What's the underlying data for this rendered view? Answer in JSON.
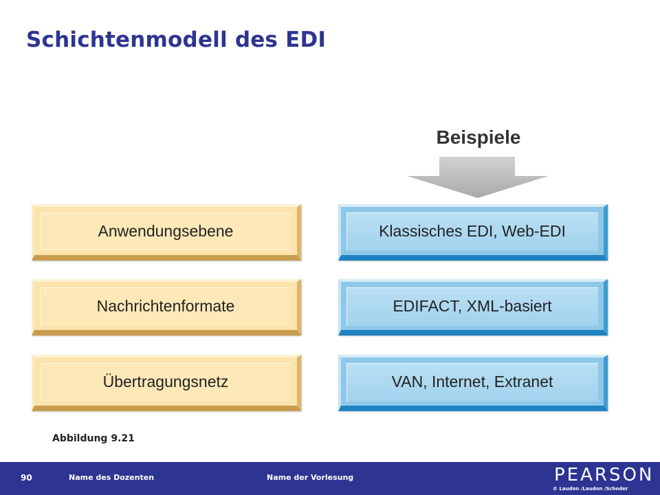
{
  "slide": {
    "title": "Schichtenmodell des EDI"
  },
  "diagram": {
    "examples_heading": "Beispiele",
    "layers": [
      {
        "name": "Anwendungsebene",
        "example": "Klassisches EDI, Web-EDI"
      },
      {
        "name": "Nachrichtenformate",
        "example": "EDIFACT, XML-basiert"
      },
      {
        "name": "Übertragungsnetz",
        "example": "VAN, Internet, Extranet"
      }
    ],
    "arrow_color": "#c0c0c0",
    "left_box_color": "#fde8b8",
    "right_box_color": "#a9d6ef"
  },
  "caption": "Abbildung 9.21",
  "footer": {
    "page_number": "90",
    "lecturer": "Name des Dozenten",
    "lecture": "Name der Vorlesung",
    "logo": "PEARSON",
    "copyright": "© Laudon /Laudon /Schoder",
    "background": "#2e3492"
  }
}
